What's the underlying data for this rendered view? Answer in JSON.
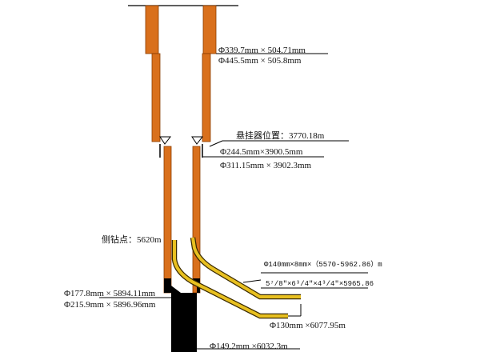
{
  "colors": {
    "casing": "#d9701c",
    "casing_edge": "#8a3c00",
    "liner": "#e8c020",
    "liner_edge": "#3a2a00",
    "cement": "#000000",
    "leader": "#000000",
    "text": "#111111"
  },
  "labels": {
    "surface_casing": "Φ339.7mm × 504.71mm",
    "surface_hole": "Φ445.5mm × 505.8mm",
    "hanger_position": "悬挂器位置：3770.18m",
    "intermediate_casing": "Φ244.5mm×3900.5mm",
    "intermediate_hole": "Φ311.15mm × 3902.3mm",
    "kickoff_point": "侧钻点：5620m",
    "liner_spec": "Φ140mm×8mm×（5570-5962.86）m",
    "tubing_spec": "5⁷/8\"×6³/4\"×4³/4\"×5965.86",
    "production_casing": "Φ177.8mm × 5894.11mm",
    "production_hole": "Φ215.9mm × 5896.96mm",
    "sidetrack_hole": "Φ130mm ×6077.95m",
    "open_hole": "Φ149.2mm ×6032.3m"
  }
}
